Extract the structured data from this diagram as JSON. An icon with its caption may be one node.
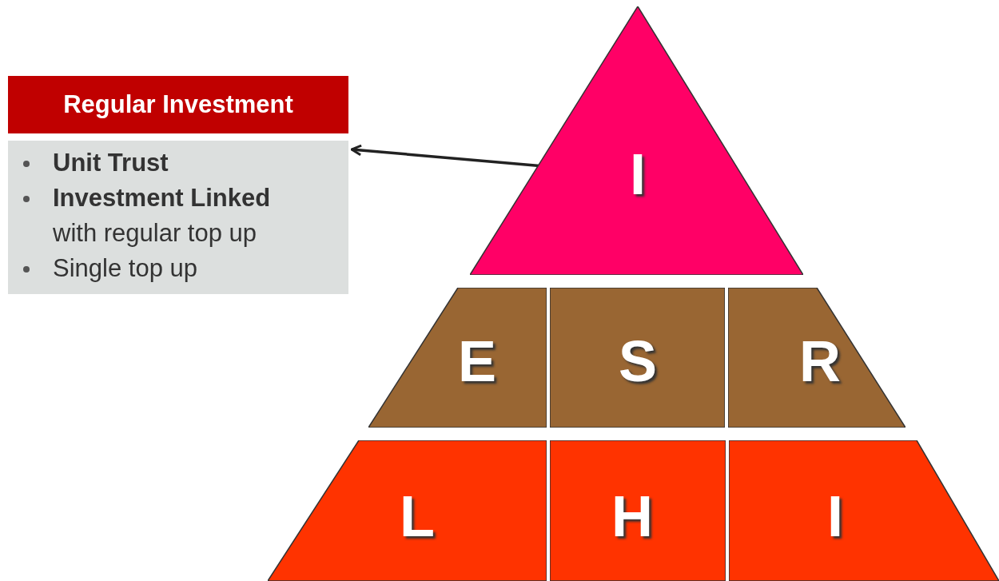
{
  "diagram": {
    "nodes": [
      {
        "text": [
          "Regular Investment"
        ]
      },
      {
        "text": [
          "Unit Trust",
          "**Investment Linked** with regular top up",
          "Single top up"
        ]
      },
      {
        "text": [
          "I"
        ]
      },
      {
        "text": [
          "E"
        ]
      },
      {
        "text": [
          "S"
        ]
      },
      {
        "text": [
          "R"
        ]
      },
      {
        "text": [
          "L"
        ]
      },
      {
        "text": [
          "H"
        ]
      },
      {
        "text": [
          "I"
        ]
      }
    ],
    "edges": [
      {
        "from": 2,
        "to": 1,
        "arrow": "to"
      }
    ]
  }
}
